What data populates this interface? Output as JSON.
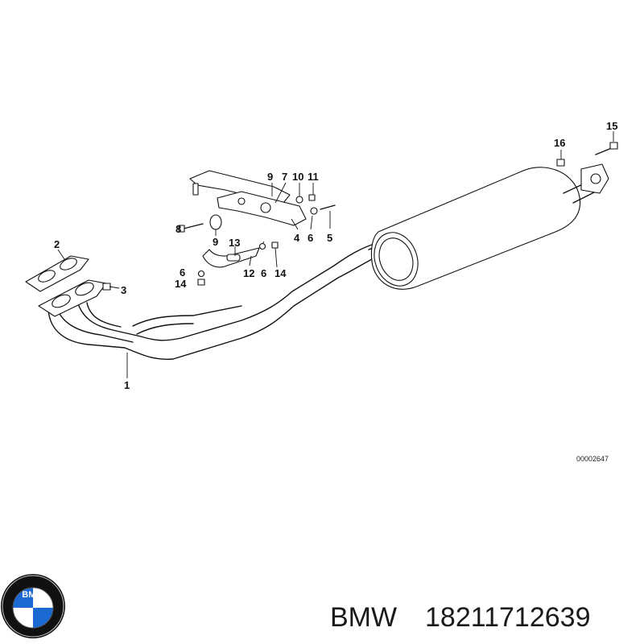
{
  "diagram": {
    "labels": {
      "p1": "1",
      "p2": "2",
      "p3": "3",
      "p4": "4",
      "p5": "5",
      "p6a": "6",
      "p6b": "6",
      "p6c": "6",
      "p7": "7",
      "p8": "8",
      "p9a": "9",
      "p9b": "9",
      "p10": "10",
      "p11": "11",
      "p12": "12",
      "p13": "13",
      "p14a": "14",
      "p14b": "14",
      "p15": "15",
      "p16": "16"
    },
    "drawing_code": "00002647"
  },
  "footer": {
    "brand_logo": "BMW",
    "brand": "BMW",
    "part_number": "18211712639",
    "logo_colors": {
      "blue": "#1c69d4",
      "ring": "#111111",
      "white": "#ffffff"
    }
  }
}
